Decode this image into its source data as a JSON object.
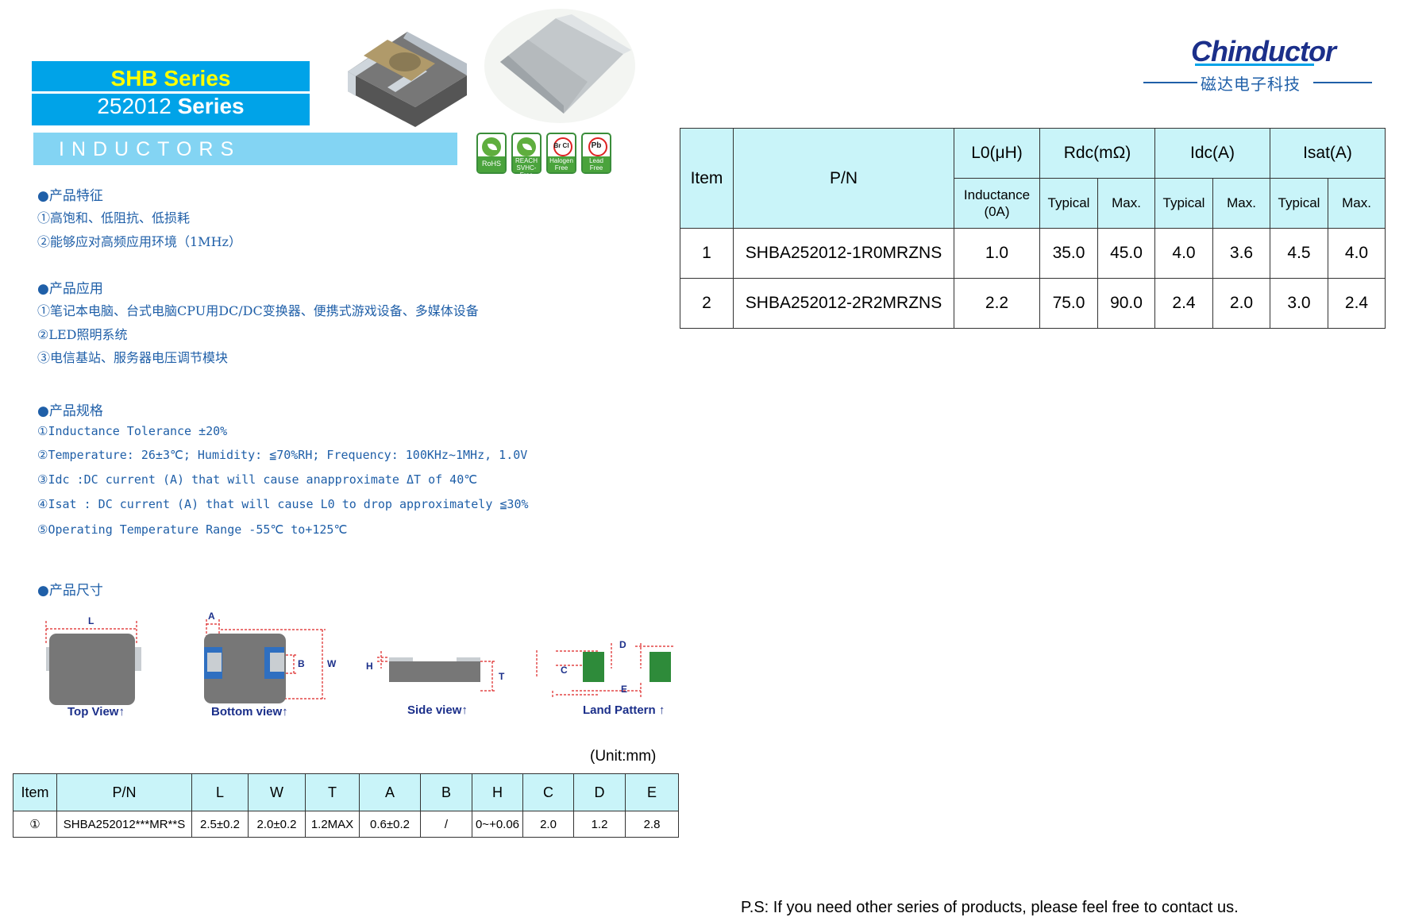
{
  "header": {
    "series_title": "SHB Series",
    "series_sub_number": "252012",
    "series_sub_word": "Series",
    "category": "INDUCTORS"
  },
  "badges": [
    {
      "label": "RoHS"
    },
    {
      "label": "REACH SVHC-Free"
    },
    {
      "label": "Halogen Free",
      "symbol": "Br Cl"
    },
    {
      "label": "Lead Free",
      "symbol": "Pb"
    }
  ],
  "logo": {
    "brand": "Chinductor",
    "chinese_name": "磁达电子科技"
  },
  "features": {
    "heading": "●产品特征",
    "items": [
      "①高饱和、低阻抗、低损耗",
      "②能够应对高频应用环境（1MHz）"
    ]
  },
  "applications": {
    "heading": "●产品应用",
    "items": [
      "①笔记本电脑、台式电脑CPU用DC/DC变换器、便携式游戏设备、多媒体设备",
      "②LED照明系统",
      "③电信基站、服务器电压调节模块"
    ]
  },
  "specs": {
    "heading": "●产品规格",
    "items": [
      "①Inductance Tolerance ±20%",
      "②Temperature: 26±3℃; Humidity: ≦70%RH; Frequency: 100KHz~1MHz, 1.0V",
      "③Idc :DC current (A) that will cause anapproximate ΔT of 40℃",
      "④Isat : DC current (A) that will cause L0 to drop approximately ≦30%",
      "⑤Operating Temperature Range -55℃ to+125℃"
    ]
  },
  "dimensions_heading": "●产品尺寸",
  "drawings": {
    "top_view": "Top View↑",
    "bottom_view": "Bottom view↑",
    "side_view": "Side view↑",
    "land_pattern": "Land Pattern ↑",
    "labels": {
      "L": "L",
      "A": "A",
      "B": "B",
      "W": "W",
      "H": "H",
      "T": "T",
      "C": "C",
      "D": "D",
      "E": "E"
    }
  },
  "main_table": {
    "headers": {
      "item": "Item",
      "pn": "P/N",
      "l0": "L0(μH)",
      "rdc": "Rdc(mΩ)",
      "idc": "Idc(A)",
      "isat": "Isat(A)",
      "inductance": "Inductance",
      "zero_a": "(0A)",
      "typical": "Typical",
      "max": "Max."
    },
    "rows": [
      {
        "item": "1",
        "pn": "SHBA252012-1R0MRZNS",
        "l0": "1.0",
        "rdc_typ": "35.0",
        "rdc_max": "45.0",
        "idc_typ": "4.0",
        "idc_max": "3.6",
        "isat_typ": "4.5",
        "isat_max": "4.0"
      },
      {
        "item": "2",
        "pn": "SHBA252012-2R2MRZNS",
        "l0": "2.2",
        "rdc_typ": "75.0",
        "rdc_max": "90.0",
        "idc_typ": "2.4",
        "idc_max": "2.0",
        "isat_typ": "3.0",
        "isat_max": "2.4"
      }
    ]
  },
  "unit_label": "(Unit:mm)",
  "dim_table": {
    "headers": [
      "Item",
      "P/N",
      "L",
      "W",
      "T",
      "A",
      "B",
      "H",
      "C",
      "D",
      "E"
    ],
    "rows": [
      [
        "①",
        "SHBA252012***MR**S",
        "2.5±0.2",
        "2.0±0.2",
        "1.2MAX",
        "0.6±0.2",
        "/",
        "0~+0.06",
        "2.0",
        "1.2",
        "2.8"
      ]
    ]
  },
  "footer": "P.S: If you need other series of products, please feel free to contact us.",
  "colors": {
    "accent": "#00a3e8",
    "header_cell": "#c9f4f9",
    "title_yellow": "#ffff00",
    "text_blue": "#1f5fa8"
  }
}
